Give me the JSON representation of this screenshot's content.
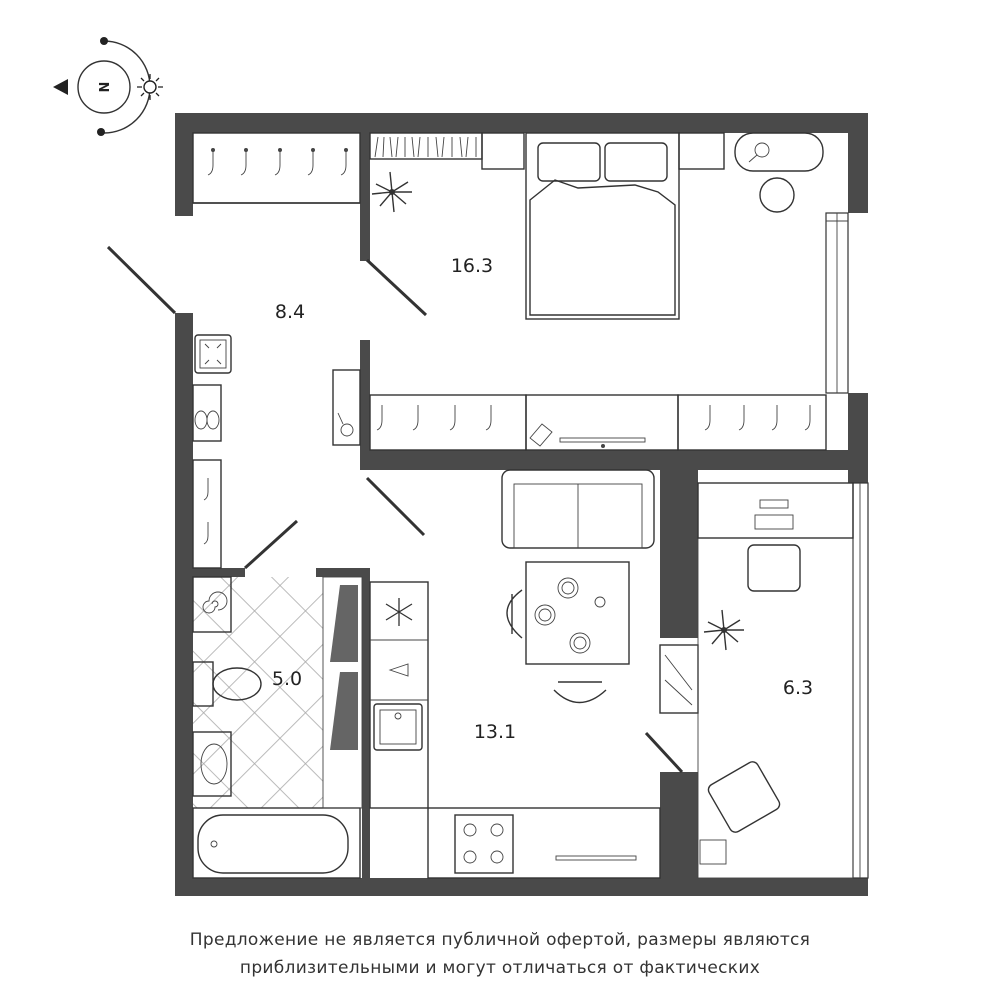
{
  "rooms": [
    {
      "id": "hall",
      "area": "8.4"
    },
    {
      "id": "bedroom",
      "area": "16.3"
    },
    {
      "id": "bathroom",
      "area": "5.0"
    },
    {
      "id": "kitchen-living",
      "area": "13.1"
    },
    {
      "id": "balcony",
      "area": "6.3"
    }
  ],
  "compass": {
    "letter": "N",
    "icons": [
      "compass-pointer-icon",
      "sun-icon"
    ]
  },
  "disclaimer": {
    "line1": "Предложение не является публичной офертой, размеры являются",
    "line2": "приблизительными и могут отличаться от фактических"
  },
  "colors": {
    "wall": "#4a4a4a",
    "line": "#333333",
    "background": "#ffffff"
  }
}
